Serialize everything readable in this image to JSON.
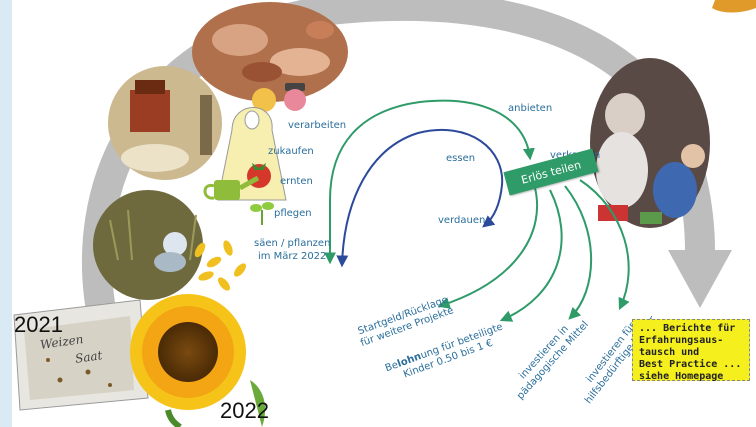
{
  "labels": {
    "verarbeiten": "verarbeiten",
    "zukaufen": "zukaufen",
    "ernten": "ernten",
    "pflegen": "pflegen",
    "saeen_line1": "säen / pflanzen",
    "saeen_line2": "im März 2022",
    "anbieten": "anbieten",
    "verkaufen": "verkaufen",
    "essen": "essen",
    "verdauen": "verdauen",
    "erlos_teilen": "Erlös teilen"
  },
  "outcomes": {
    "startgeld_line1": "Startgeld/Rücklage",
    "startgeld_line2": "für weitere Projekte",
    "belohnung_pre": "Be",
    "belohnung_bold": "lohn",
    "belohnung_post": "ung für beteiligte",
    "belohnung_line2": "Kinder 0.50 bis 1 €",
    "paed_line1": "investieren in",
    "paed_line2": "pädagogische Mittel",
    "hilfs_line1": "investieren für",
    "hilfs_line2": "hilfsbedürftige Kinder"
  },
  "years": {
    "start": "2021",
    "end": "2022"
  },
  "sack_label_line1": "Weizen",
  "sack_label_line2": "Saat",
  "note": {
    "line1": "... Berichte für",
    "line2": "Erfahrungsaus-",
    "line3": "tausch und",
    "line4": "Best Practice ...",
    "line5": "siehe Homepage"
  },
  "colors": {
    "arrow_green": "#2f9b68",
    "arrow_blue": "#2c4a9a",
    "big_arrow_gray": "#bdbdbd",
    "label_blue": "#2a6e9b",
    "note_yellow": "#f6ef1e",
    "side_bar": "#d9eaf4"
  }
}
